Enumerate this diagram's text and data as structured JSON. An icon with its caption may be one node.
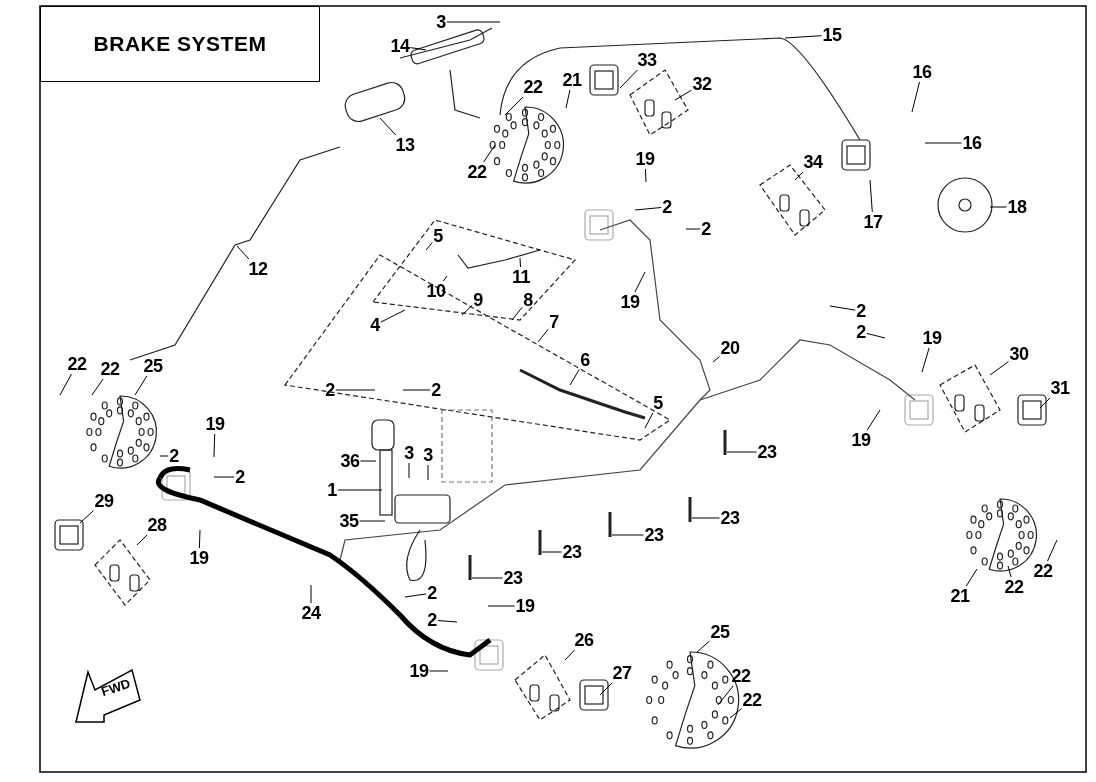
{
  "diagram": {
    "title": "BRAKE SYSTEM",
    "nodes": [
      {
        "text": [
          "3"
        ]
      },
      {
        "text": [
          "14"
        ]
      },
      {
        "text": [
          "15"
        ]
      },
      {
        "text": [
          "22"
        ]
      },
      {
        "text": [
          "21"
        ]
      },
      {
        "text": [
          "33"
        ]
      },
      {
        "text": [
          "32"
        ]
      },
      {
        "text": [
          "13"
        ]
      },
      {
        "text": [
          "16"
        ]
      },
      {
        "text": [
          "16"
        ]
      },
      {
        "text": [
          "22"
        ]
      },
      {
        "text": [
          "19"
        ]
      },
      {
        "text": [
          "34"
        ]
      },
      {
        "text": [
          "17"
        ]
      },
      {
        "text": [
          "18"
        ]
      },
      {
        "text": [
          "2"
        ]
      },
      {
        "text": [
          "2"
        ]
      },
      {
        "text": [
          "5"
        ]
      },
      {
        "text": [
          "11"
        ]
      },
      {
        "text": [
          "12"
        ]
      },
      {
        "text": [
          "10"
        ]
      },
      {
        "text": [
          "9"
        ]
      },
      {
        "text": [
          "8"
        ]
      },
      {
        "text": [
          "19"
        ]
      },
      {
        "text": [
          "7"
        ]
      },
      {
        "text": [
          "4"
        ]
      },
      {
        "text": [
          "2"
        ]
      },
      {
        "text": [
          "2"
        ]
      },
      {
        "text": [
          "20"
        ]
      },
      {
        "text": [
          "19"
        ]
      },
      {
        "text": [
          "30"
        ]
      },
      {
        "text": [
          "31"
        ]
      },
      {
        "text": [
          "22"
        ]
      },
      {
        "text": [
          "22"
        ]
      },
      {
        "text": [
          "25"
        ]
      },
      {
        "text": [
          "2"
        ]
      },
      {
        "text": [
          "2"
        ]
      },
      {
        "text": [
          "6"
        ]
      },
      {
        "text": [
          "5"
        ]
      },
      {
        "text": [
          "19"
        ]
      },
      {
        "text": [
          "19"
        ]
      },
      {
        "text": [
          "36"
        ]
      },
      {
        "text": [
          "3"
        ]
      },
      {
        "text": [
          "3"
        ]
      },
      {
        "text": [
          "2"
        ]
      },
      {
        "text": [
          "23"
        ]
      },
      {
        "text": [
          "2"
        ]
      },
      {
        "text": [
          "1"
        ]
      },
      {
        "text": [
          "29"
        ]
      },
      {
        "text": [
          "35"
        ]
      },
      {
        "text": [
          "23"
        ]
      },
      {
        "text": [
          "23"
        ]
      },
      {
        "text": [
          "28"
        ]
      },
      {
        "text": [
          "19"
        ]
      },
      {
        "text": [
          "23"
        ]
      },
      {
        "text": [
          "23"
        ]
      },
      {
        "text": [
          "24"
        ]
      },
      {
        "text": [
          "21"
        ]
      },
      {
        "text": [
          "22"
        ]
      },
      {
        "text": [
          "22"
        ]
      },
      {
        "text": [
          "2"
        ]
      },
      {
        "text": [
          "19"
        ]
      },
      {
        "text": [
          "25"
        ]
      },
      {
        "text": [
          "2"
        ]
      },
      {
        "text": [
          "26"
        ]
      },
      {
        "text": [
          "27"
        ]
      },
      {
        "text": [
          "19"
        ]
      },
      {
        "text": [
          "22"
        ]
      },
      {
        "text": [
          "22"
        ]
      }
    ],
    "edges": [
      {
        "from": 0,
        "to": null,
        "arrow": "none"
      },
      {
        "from": 1,
        "to": null,
        "arrow": "none"
      },
      {
        "from": 2,
        "to": null,
        "arrow": "none"
      },
      {
        "from": 3,
        "to": null,
        "arrow": "none"
      },
      {
        "from": 4,
        "to": null,
        "arrow": "none"
      },
      {
        "from": 5,
        "to": null,
        "arrow": "none"
      },
      {
        "from": 6,
        "to": null,
        "arrow": "none"
      },
      {
        "from": 7,
        "to": null,
        "arrow": "none"
      },
      {
        "from": 8,
        "to": null,
        "arrow": "none"
      },
      {
        "from": 9,
        "to": null,
        "arrow": "none"
      },
      {
        "from": 10,
        "to": null,
        "arrow": "none"
      },
      {
        "from": 11,
        "to": null,
        "arrow": "none"
      },
      {
        "from": 12,
        "to": null,
        "arrow": "none"
      },
      {
        "from": 13,
        "to": null,
        "arrow": "none"
      },
      {
        "from": 14,
        "to": null,
        "arrow": "none"
      },
      {
        "from": 15,
        "to": null,
        "arrow": "none"
      },
      {
        "from": 16,
        "to": null,
        "arrow": "none"
      },
      {
        "from": 17,
        "to": null,
        "arrow": "none"
      },
      {
        "from": 18,
        "to": null,
        "arrow": "none"
      },
      {
        "from": 19,
        "to": null,
        "arrow": "none"
      },
      {
        "from": 20,
        "to": null,
        "arrow": "none"
      },
      {
        "from": 21,
        "to": null,
        "arrow": "none"
      },
      {
        "from": 22,
        "to": null,
        "arrow": "none"
      },
      {
        "from": 23,
        "to": null,
        "arrow": "none"
      },
      {
        "from": 24,
        "to": null,
        "arrow": "none"
      },
      {
        "from": 25,
        "to": null,
        "arrow": "none"
      },
      {
        "from": 26,
        "to": null,
        "arrow": "none"
      },
      {
        "from": 27,
        "to": null,
        "arrow": "none"
      },
      {
        "from": 28,
        "to": null,
        "arrow": "none"
      },
      {
        "from": 29,
        "to": null,
        "arrow": "none"
      },
      {
        "from": 30,
        "to": null,
        "arrow": "none"
      },
      {
        "from": 31,
        "to": null,
        "arrow": "none"
      },
      {
        "from": 32,
        "to": null,
        "arrow": "none"
      },
      {
        "from": 33,
        "to": null,
        "arrow": "none"
      },
      {
        "from": 34,
        "to": null,
        "arrow": "none"
      },
      {
        "from": 35,
        "to": null,
        "arrow": "none"
      },
      {
        "from": 36,
        "to": null,
        "arrow": "none"
      },
      {
        "from": 37,
        "to": null,
        "arrow": "none"
      },
      {
        "from": 38,
        "to": null,
        "arrow": "none"
      },
      {
        "from": 39,
        "to": null,
        "arrow": "none"
      },
      {
        "from": 40,
        "to": null,
        "arrow": "none"
      },
      {
        "from": 41,
        "to": null,
        "arrow": "none"
      },
      {
        "from": 42,
        "to": null,
        "arrow": "none"
      },
      {
        "from": 43,
        "to": null,
        "arrow": "none"
      },
      {
        "from": 44,
        "to": null,
        "arrow": "none"
      },
      {
        "from": 45,
        "to": null,
        "arrow": "none"
      },
      {
        "from": 46,
        "to": null,
        "arrow": "none"
      },
      {
        "from": 47,
        "to": null,
        "arrow": "none"
      },
      {
        "from": 48,
        "to": null,
        "arrow": "none"
      },
      {
        "from": 49,
        "to": null,
        "arrow": "none"
      },
      {
        "from": 50,
        "to": null,
        "arrow": "none"
      },
      {
        "from": 51,
        "to": null,
        "arrow": "none"
      },
      {
        "from": 52,
        "to": null,
        "arrow": "none"
      },
      {
        "from": 53,
        "to": null,
        "arrow": "none"
      },
      {
        "from": 54,
        "to": null,
        "arrow": "none"
      },
      {
        "from": 55,
        "to": null,
        "arrow": "none"
      },
      {
        "from": 56,
        "to": null,
        "arrow": "none"
      },
      {
        "from": 57,
        "to": null,
        "arrow": "none"
      },
      {
        "from": 58,
        "to": null,
        "arrow": "none"
      },
      {
        "from": 59,
        "to": null,
        "arrow": "none"
      },
      {
        "from": 60,
        "to": null,
        "arrow": "none"
      },
      {
        "from": 61,
        "to": null,
        "arrow": "none"
      },
      {
        "from": 62,
        "to": null,
        "arrow": "none"
      },
      {
        "from": 63,
        "to": null,
        "arrow": "none"
      },
      {
        "from": 64,
        "to": null,
        "arrow": "none"
      },
      {
        "from": 65,
        "to": null,
        "arrow": "none"
      },
      {
        "from": 66,
        "to": null,
        "arrow": "none"
      },
      {
        "from": 67,
        "to": null,
        "arrow": "none"
      },
      {
        "from": 68,
        "to": null,
        "arrow": "none"
      }
    ],
    "labels": [
      "FWD"
    ]
  }
}
